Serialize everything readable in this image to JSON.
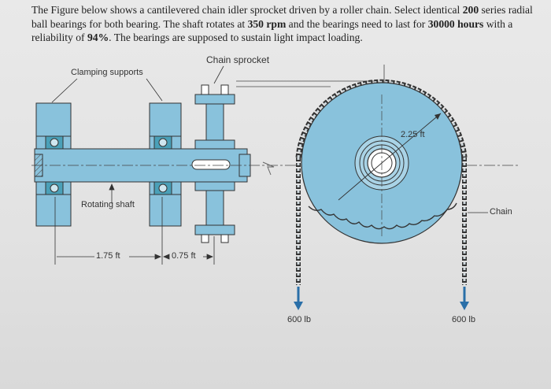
{
  "problem": {
    "p1": "The Figure below shows a cantilevered chain idler sprocket driven by a roller chain. Select identical ",
    "b1": "200",
    "p2": " series radial ball bearings for both bearing. The shaft rotates at ",
    "b2": "350 rpm",
    "p3": " and the bearings need to last for ",
    "b3": "30000 hours",
    "p4": " with a reliability of ",
    "b4": "94%",
    "p5": ". The bearings are supposed to sustain light impact loading."
  },
  "labels": {
    "chain_sprocket": "Chain sprocket",
    "clamping_supports": "Clamping supports",
    "rotating_shaft": "Rotating shaft",
    "dim_left": "1.75 ft",
    "dim_right": "0.75 ft",
    "radius": "2.25 ft",
    "chain": "Chain",
    "load_left": "600 lb",
    "load_right": "600 lb"
  },
  "colors": {
    "part_fill": "#89c2dc",
    "bearing_fill": "#4aa0b8",
    "outline": "#333333",
    "arrow": "#2a6fa8"
  }
}
